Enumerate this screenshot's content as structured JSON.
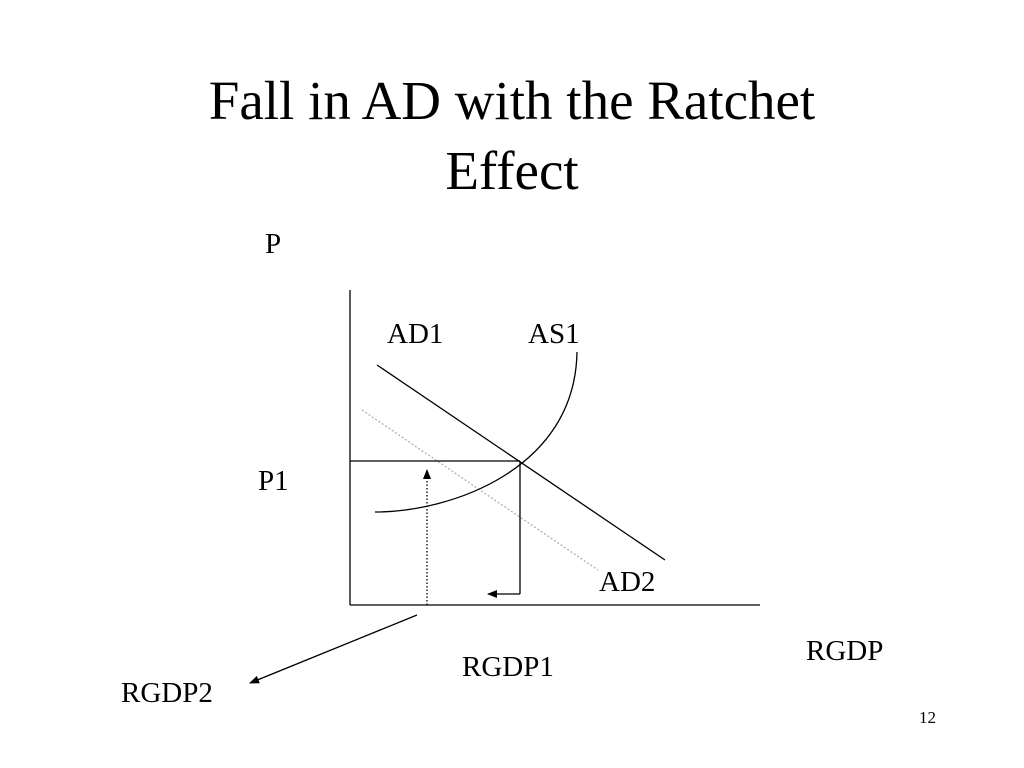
{
  "slide": {
    "title_line1": "Fall in AD with the Ratchet",
    "title_line2": "Effect",
    "slide_number": "12"
  },
  "diagram": {
    "y_axis_label": "P",
    "x_axis_label": "RGDP",
    "curves": {
      "ad1": "AD1",
      "as1": "AS1",
      "ad2": "AD2"
    },
    "price_level_label": "P1",
    "output_labels": {
      "rgdp1": "RGDP1",
      "rgdp2": "RGDP2"
    },
    "colors": {
      "line": "#000000",
      "ad2_line": "#b0b0b0",
      "background": "#ffffff"
    }
  }
}
